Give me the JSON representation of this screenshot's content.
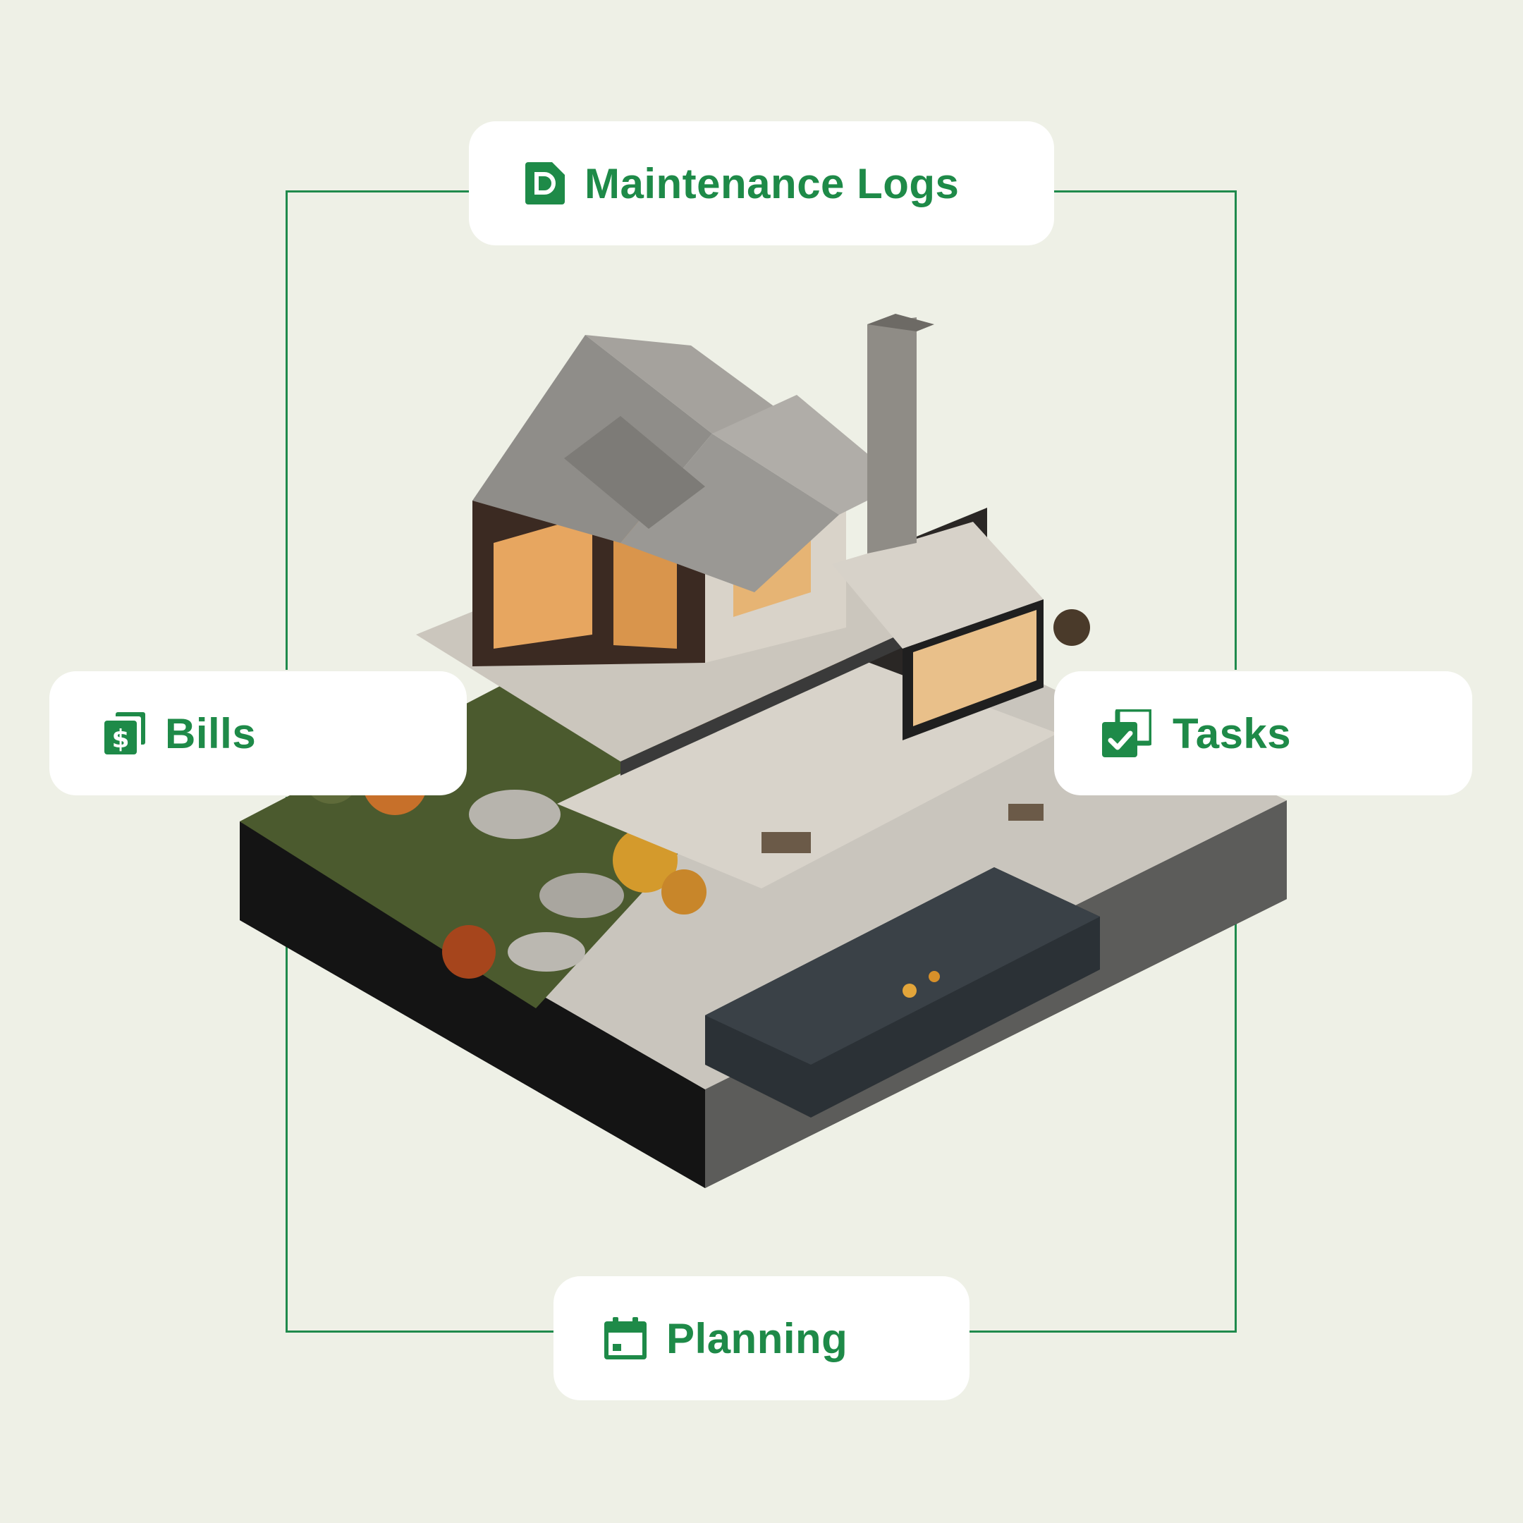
{
  "cards": {
    "maintenance_logs": {
      "label": "Maintenance Logs",
      "icon": "document-icon"
    },
    "bills": {
      "label": "Bills",
      "icon": "bills-dollar-icon"
    },
    "tasks": {
      "label": "Tasks",
      "icon": "task-check-icon"
    },
    "planning": {
      "label": "Planning",
      "icon": "calendar-icon"
    }
  },
  "colors": {
    "background": "#eef0e6",
    "accent_green": "#1e8a48",
    "card": "#ffffff"
  },
  "illustration": {
    "subject": "isometric-house-icon"
  }
}
